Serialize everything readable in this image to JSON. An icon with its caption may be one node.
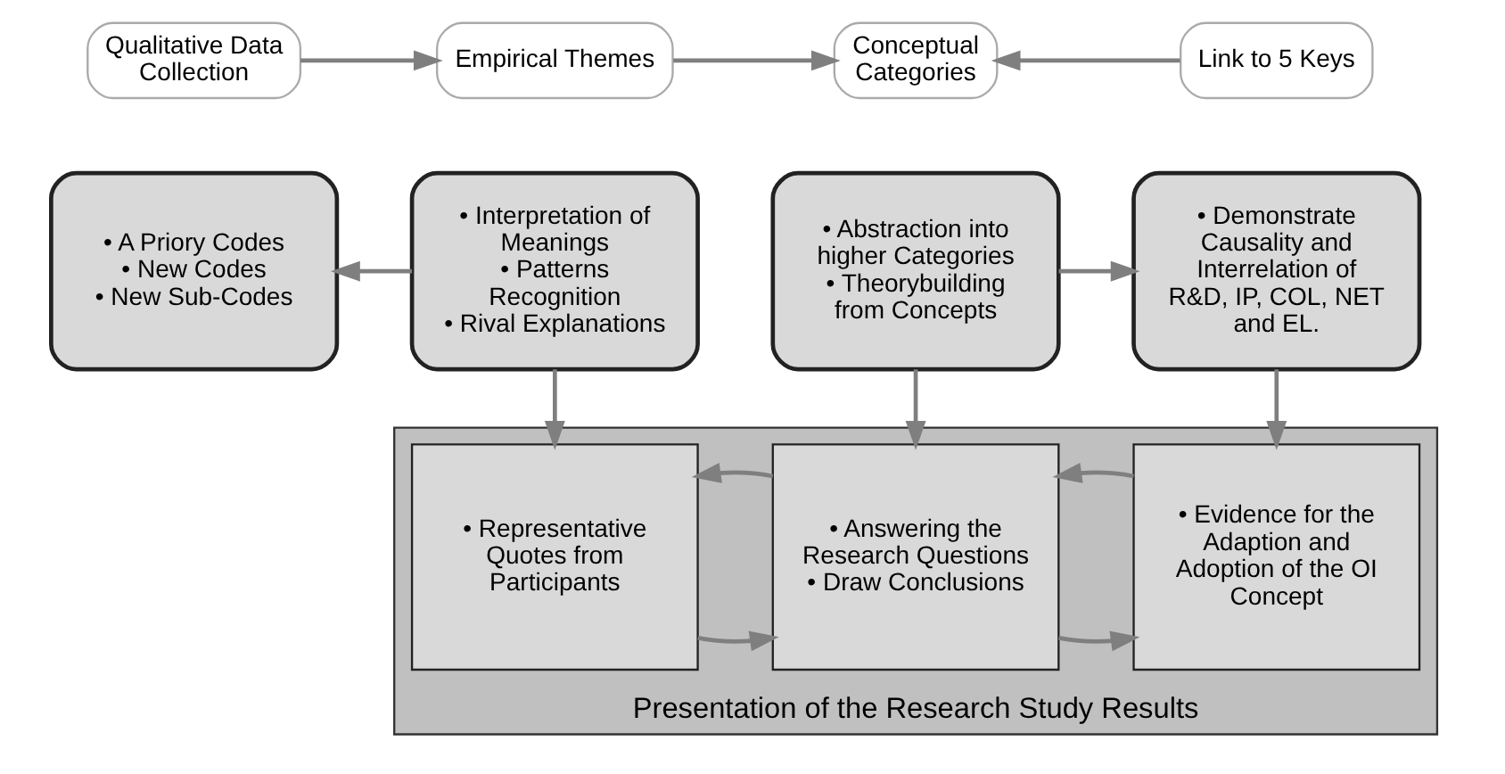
{
  "diagram": {
    "nodes": [
      {
        "text": [
          "Qualitative Data Collection"
        ]
      },
      {
        "text": [
          "• A Priory Codes",
          "• New Codes",
          "• New Sub-Codes"
        ]
      },
      {
        "text": [
          "Empirical Themes"
        ]
      },
      {
        "text": [
          "• Interpretation of Meanings",
          "• Patterns Recognition",
          "• Rival Explanations"
        ]
      },
      {
        "text": [
          "Conceptual Categories"
        ]
      },
      {
        "text": [
          "• Abstraction into higher Categories",
          "• Theorybuilding from Concepts"
        ]
      },
      {
        "text": [
          "Link to 5 Keys"
        ]
      },
      {
        "text": [
          "• Demonstrate Causality and Interrelation of R&D, IP, COL, NET and EL."
        ]
      },
      {
        "text": [
          "Presentation of the Research Study Results"
        ]
      },
      {
        "text": [
          "• Representative Quotes from Participants"
        ],
        "in": 8
      },
      {
        "text": [
          "• Answering the Research Questions",
          "• Draw Conclusions"
        ],
        "in": 8
      },
      {
        "text": [
          "• Evidence for the Adaption and Adoption of the OI Concept"
        ],
        "in": 8
      }
    ],
    "edges": [
      {
        "from": 0,
        "to": 2,
        "arrow": "to"
      },
      {
        "from": 3,
        "to": 1,
        "arrow": "to"
      },
      {
        "from": 2,
        "to": 4,
        "arrow": "to"
      },
      {
        "from": 6,
        "to": 4,
        "arrow": "to"
      },
      {
        "from": 5,
        "to": 7,
        "arrow": "to"
      },
      {
        "from": 3,
        "to": 9,
        "arrow": "to"
      },
      {
        "from": 5,
        "to": 10,
        "arrow": "to"
      },
      {
        "from": 7,
        "to": 11,
        "arrow": "to"
      },
      {
        "from": 9,
        "to": 10,
        "arrow": "to"
      },
      {
        "from": 10,
        "to": 9,
        "arrow": "to"
      },
      {
        "from": 10,
        "to": 11,
        "arrow": "to"
      },
      {
        "from": 11,
        "to": 10,
        "arrow": "to"
      }
    ]
  }
}
